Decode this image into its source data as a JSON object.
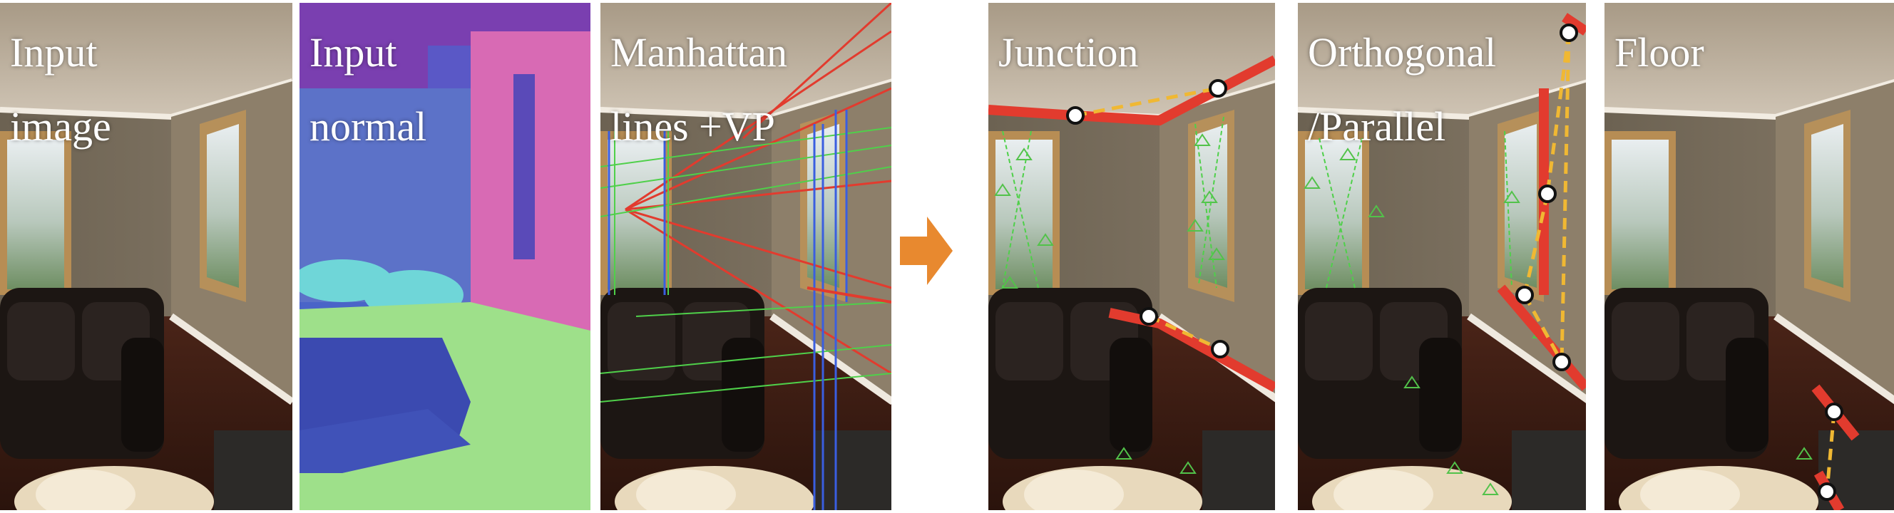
{
  "panels": [
    {
      "id": "input-image",
      "label": "Input\nimage"
    },
    {
      "id": "input-normal",
      "label": "Input\nnormal"
    },
    {
      "id": "manhattan",
      "label": "Manhattan\nlines +VP"
    },
    {
      "id": "junction",
      "label": "Junction"
    },
    {
      "id": "orthogonal",
      "label": "Orthogonal\n/Parallel"
    },
    {
      "id": "floor",
      "label": "Floor"
    }
  ],
  "colors": {
    "arrow": "#e8892f",
    "constraint_line": "#e23b2e",
    "connector": "#f0b833",
    "manhattan_green": "#4fd04a",
    "manhattan_blue": "#3a5ee0",
    "triangle_marker": "#52c24a",
    "normal_blue": "#4a64c8",
    "normal_pink": "#d86ab4",
    "normal_green": "#9ee08a"
  },
  "icons": {
    "arrow": "right-arrow-icon",
    "junction_point": "circle-marker-icon",
    "line_feature": "triangle-marker-icon"
  }
}
